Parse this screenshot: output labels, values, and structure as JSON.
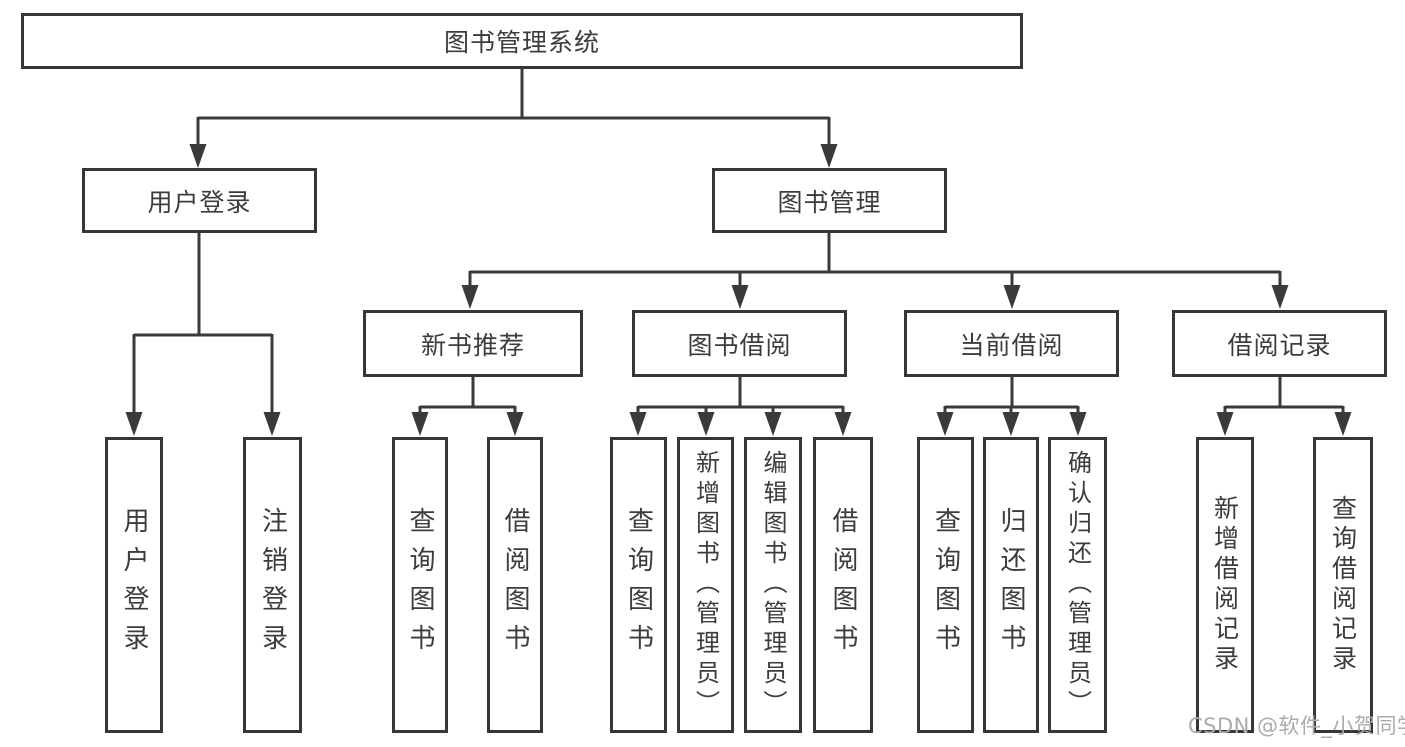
{
  "tree": {
    "root": {
      "label": "图书管理系统"
    },
    "children": [
      {
        "label": "用户登录",
        "children": [
          {
            "label": "用户登录"
          },
          {
            "label": "注销登录"
          }
        ]
      },
      {
        "label": "图书管理",
        "children": [
          {
            "label": "新书推荐",
            "children": [
              {
                "label": "查询图书"
              },
              {
                "label": "借阅图书"
              }
            ]
          },
          {
            "label": "图书借阅",
            "children": [
              {
                "label": "查询图书"
              },
              {
                "label": "新增图书（管理员）"
              },
              {
                "label": "编辑图书（管理员）"
              },
              {
                "label": "借阅图书"
              }
            ]
          },
          {
            "label": "当前借阅",
            "children": [
              {
                "label": "查询图书"
              },
              {
                "label": "归还图书"
              },
              {
                "label": "确认归还（管理员）"
              }
            ]
          },
          {
            "label": "借阅记录",
            "children": [
              {
                "label": "新增借阅记录"
              },
              {
                "label": "查询借阅记录"
              }
            ]
          }
        ]
      }
    ]
  },
  "watermark": {
    "text": "CSDN @软件_小贺同学"
  },
  "colors": {
    "line": "#3a3a3a",
    "border": "#363636",
    "text": "#3c3c3c",
    "watermark": "#ababab",
    "background": "#ffffff"
  }
}
